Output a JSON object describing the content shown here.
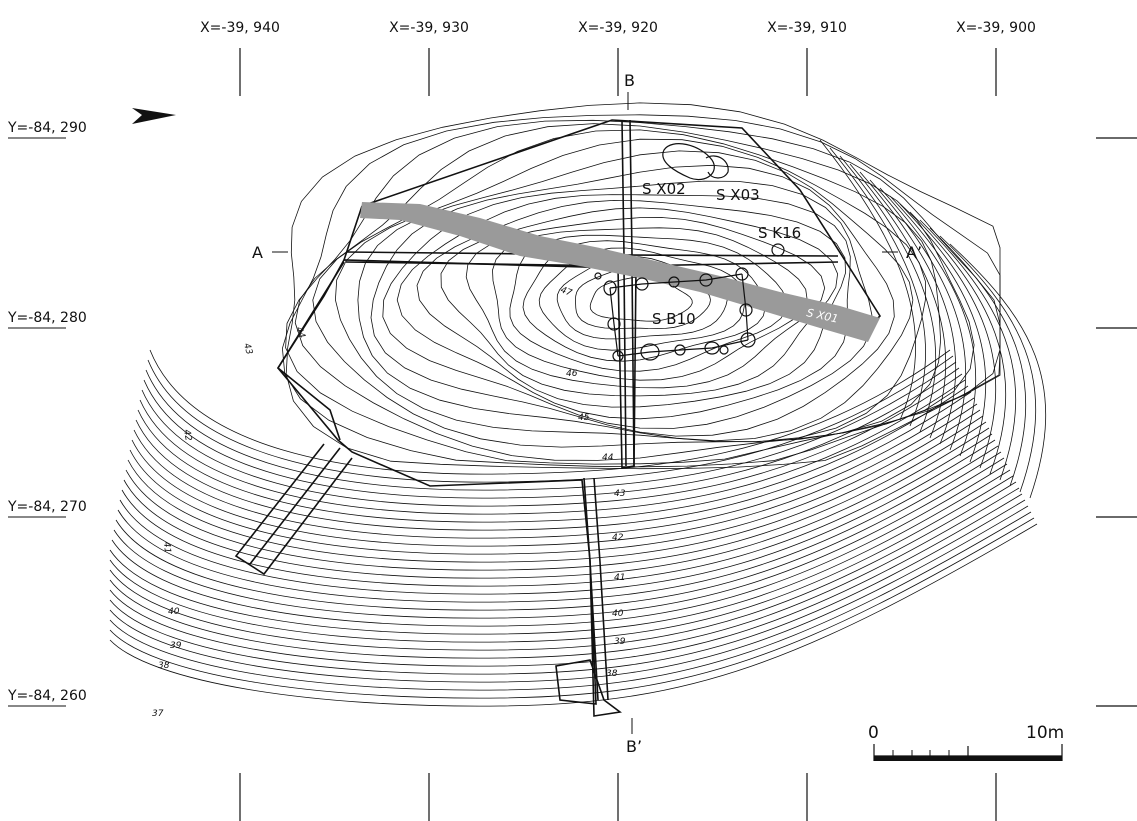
{
  "grid": {
    "x_labels": [
      "X=-39, 940",
      "X=-39, 930",
      "X=-39, 920",
      "X=-39, 910",
      "X=-39, 900"
    ],
    "y_labels": [
      "Y=-84, 290",
      "Y=-84, 280",
      "Y=-84, 270",
      "Y=-84, 260"
    ]
  },
  "sections": {
    "b_top": "B",
    "b_bottom": "B’",
    "a_left": "A",
    "a_right": "A’"
  },
  "features": {
    "sx02": "S X02",
    "sx03": "S X03",
    "sk16": "S K16",
    "sb10": "S B10",
    "sx01": "S X01"
  },
  "contour_labels": [
    "47",
    "46",
    "45",
    "44",
    "44",
    "43",
    "43",
    "42",
    "42",
    "41",
    "41",
    "40",
    "40",
    "39",
    "39",
    "38",
    "38",
    "37"
  ],
  "scale": {
    "start": "0",
    "end": "10m"
  },
  "north_arrow": "arrow-icon",
  "colors": {
    "line": "#111111",
    "ditch_fill": "#9a9a9a"
  }
}
